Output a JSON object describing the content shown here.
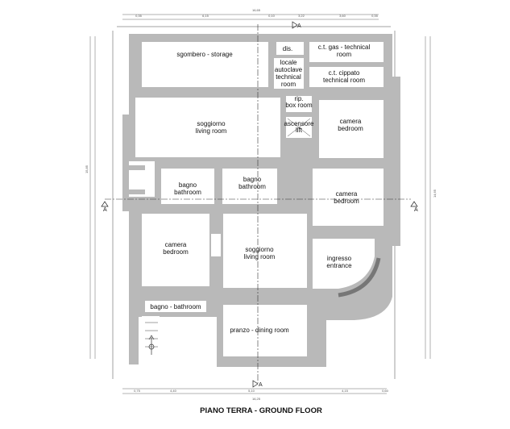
{
  "caption": "PIANO TERRA - GROUND FLOOR",
  "section_mark": "A",
  "rooms": [
    {
      "id": "storage",
      "lines": [
        "sgombero - storage"
      ]
    },
    {
      "id": "dis",
      "lines": [
        "dis."
      ]
    },
    {
      "id": "gas",
      "lines": [
        "c.t. gas - technical",
        "room"
      ]
    },
    {
      "id": "autoclave",
      "lines": [
        "locale",
        "autoclave",
        "technical",
        "room"
      ]
    },
    {
      "id": "cippato",
      "lines": [
        "c.t. cippato",
        "technical room"
      ]
    },
    {
      "id": "box",
      "lines": [
        "rip.",
        "box room"
      ]
    },
    {
      "id": "lift",
      "lines": [
        "ascensore",
        "lift"
      ]
    },
    {
      "id": "living-top",
      "lines": [
        "soggiorno",
        "living room"
      ]
    },
    {
      "id": "bedroom-ne",
      "lines": [
        "camera",
        "bedroom"
      ]
    },
    {
      "id": "bath-west",
      "lines": [
        "bagno",
        "bathroom"
      ]
    },
    {
      "id": "bath-mid",
      "lines": [
        "bagno",
        "bathroom"
      ]
    },
    {
      "id": "bedroom-e",
      "lines": [
        "camera",
        "bedroom"
      ]
    },
    {
      "id": "bedroom-w",
      "lines": [
        "camera",
        "bedroom"
      ]
    },
    {
      "id": "living-mid",
      "lines": [
        "soggiorno",
        "living room"
      ]
    },
    {
      "id": "entrance",
      "lines": [
        "ingresso",
        "entrance"
      ]
    },
    {
      "id": "bath-sw",
      "lines": [
        "bagno - bathroom"
      ]
    },
    {
      "id": "dining",
      "lines": [
        "pranzo - dining room"
      ]
    }
  ],
  "dimensions": {
    "top_total": "16,65",
    "top_parts": [
      "0,35",
      "6,15",
      "0,10",
      "3,22",
      "3,60",
      "0,35"
    ],
    "bottom_total": "16,25",
    "bottom_parts": [
      "0,75",
      "4,40",
      "5,10",
      "4,15",
      "0,60"
    ],
    "left_total": "15,85",
    "right_total": "14,65"
  }
}
